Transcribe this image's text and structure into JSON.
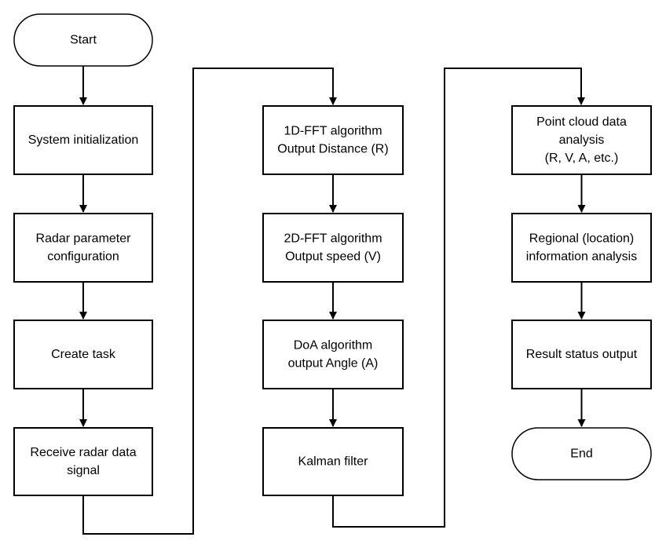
{
  "diagram": {
    "type": "flowchart",
    "columns": [
      {
        "nodes": [
          {
            "id": "start",
            "shape": "terminal",
            "lines": [
              "Start"
            ]
          },
          {
            "id": "sys_init",
            "shape": "process",
            "lines": [
              "System initialization"
            ]
          },
          {
            "id": "radar_cfg",
            "shape": "process",
            "lines": [
              "Radar parameter",
              "configuration"
            ]
          },
          {
            "id": "create_task",
            "shape": "process",
            "lines": [
              "Create task"
            ]
          },
          {
            "id": "receive",
            "shape": "process",
            "lines": [
              "Receive radar data",
              "signal"
            ]
          }
        ]
      },
      {
        "nodes": [
          {
            "id": "fft1",
            "shape": "process",
            "lines": [
              "1D-FFT algorithm",
              "Output Distance (R)"
            ]
          },
          {
            "id": "fft2",
            "shape": "process",
            "lines": [
              "2D-FFT algorithm",
              "Output speed (V)"
            ]
          },
          {
            "id": "doa",
            "shape": "process",
            "lines": [
              "DoA algorithm",
              "output Angle (A)"
            ]
          },
          {
            "id": "kalman",
            "shape": "process",
            "lines": [
              "Kalman filter"
            ]
          }
        ]
      },
      {
        "nodes": [
          {
            "id": "pcd",
            "shape": "process",
            "lines": [
              "Point cloud data",
              "analysis",
              "(R, V, A, etc.)"
            ]
          },
          {
            "id": "regional",
            "shape": "process",
            "lines": [
              "Regional (location)",
              "information analysis"
            ]
          },
          {
            "id": "result",
            "shape": "process",
            "lines": [
              "Result status output"
            ]
          },
          {
            "id": "end",
            "shape": "terminal",
            "lines": [
              "End"
            ]
          }
        ]
      }
    ],
    "edges": [
      [
        "start",
        "sys_init"
      ],
      [
        "sys_init",
        "radar_cfg"
      ],
      [
        "radar_cfg",
        "create_task"
      ],
      [
        "create_task",
        "receive"
      ],
      [
        "receive",
        "fft1"
      ],
      [
        "fft1",
        "fft2"
      ],
      [
        "fft2",
        "doa"
      ],
      [
        "doa",
        "kalman"
      ],
      [
        "kalman",
        "pcd"
      ],
      [
        "pcd",
        "regional"
      ],
      [
        "regional",
        "result"
      ],
      [
        "result",
        "end"
      ]
    ]
  }
}
